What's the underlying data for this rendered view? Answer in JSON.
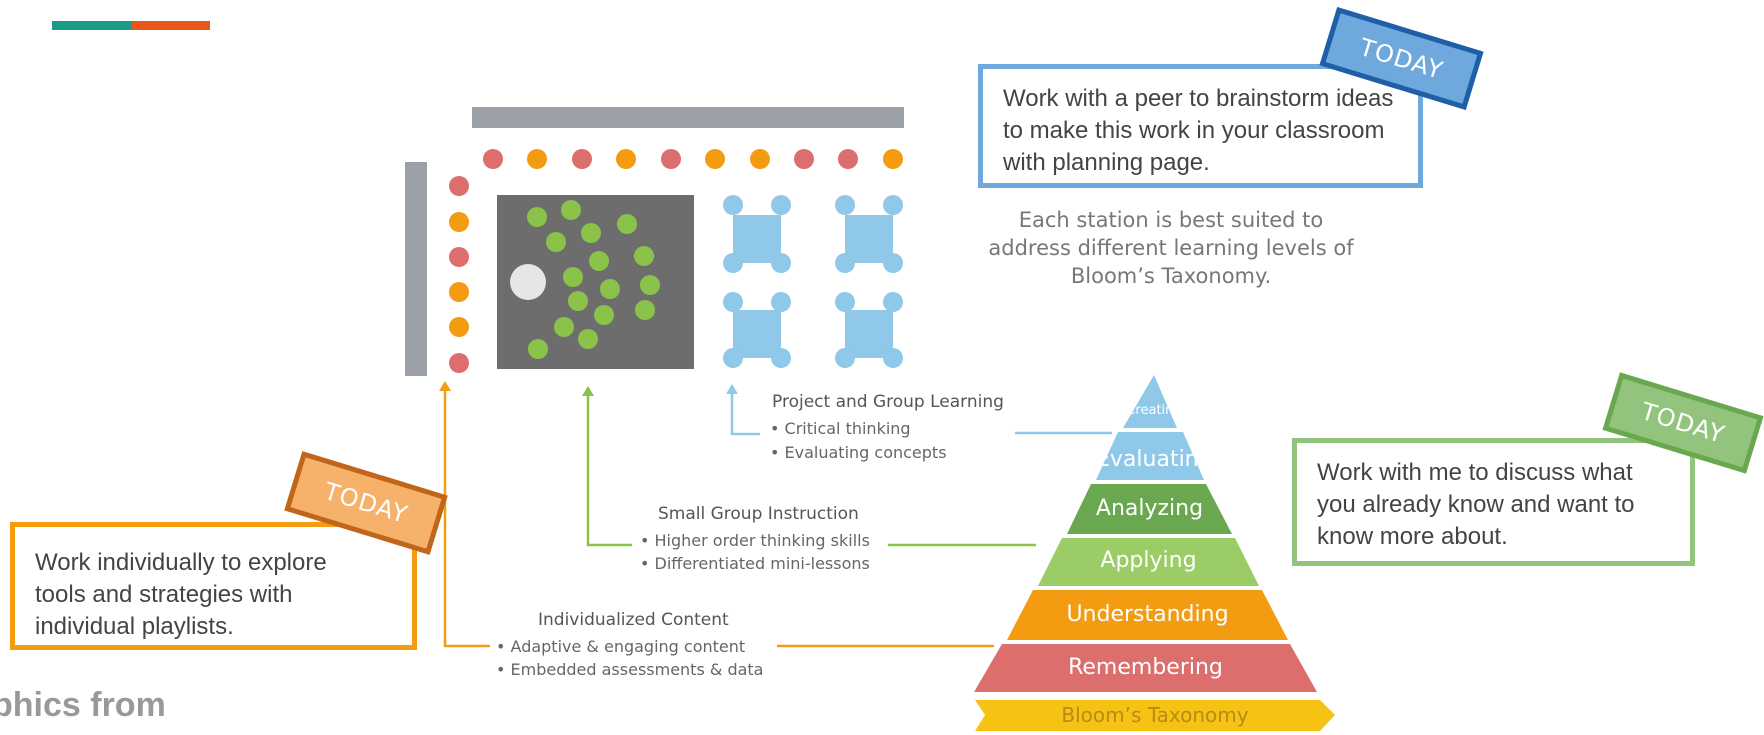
{
  "caption": "Each station is best suited to address different learning levels of Bloom’s Taxonomy.",
  "footer_fragment": "phics from",
  "callouts": {
    "peer": {
      "tag": "TODAY",
      "text": "Work with a peer to brainstorm ideas to make this work in your classroom with planning page."
    },
    "me": {
      "tag": "TODAY",
      "text": "Work with me to discuss what you already know and want to know more about."
    },
    "individual": {
      "tag": "TODAY",
      "text": "Work individually to explore tools and strategies with individual playlists."
    }
  },
  "stations": {
    "project": {
      "title": "Project and Group Learning",
      "bullets": [
        "• Critical thinking",
        "• Evaluating concepts"
      ]
    },
    "small_group": {
      "title": "Small Group Instruction",
      "bullets": [
        "• Higher order thinking skills",
        "• Differentiated mini-lessons"
      ]
    },
    "individualized": {
      "title": "Individualized Content",
      "bullets": [
        "• Adaptive & engaging content",
        "• Embedded assessments & data"
      ]
    }
  },
  "pyramid": {
    "levels": [
      "Creating",
      "Evaluating",
      "Analyzing",
      "Applying",
      "Understanding",
      "Remembering"
    ],
    "base_label": "Bloom’s Taxonomy"
  },
  "colors": {
    "blue": "#6fa8dc",
    "blue_dark": "#1f5fa8",
    "green": "#93c47d",
    "green_dark": "#6aa84f",
    "orange": "#f39c12",
    "orange_dark": "#c0661b",
    "teal_bar": "#1a9c8a",
    "orange_bar": "#e8561a"
  }
}
